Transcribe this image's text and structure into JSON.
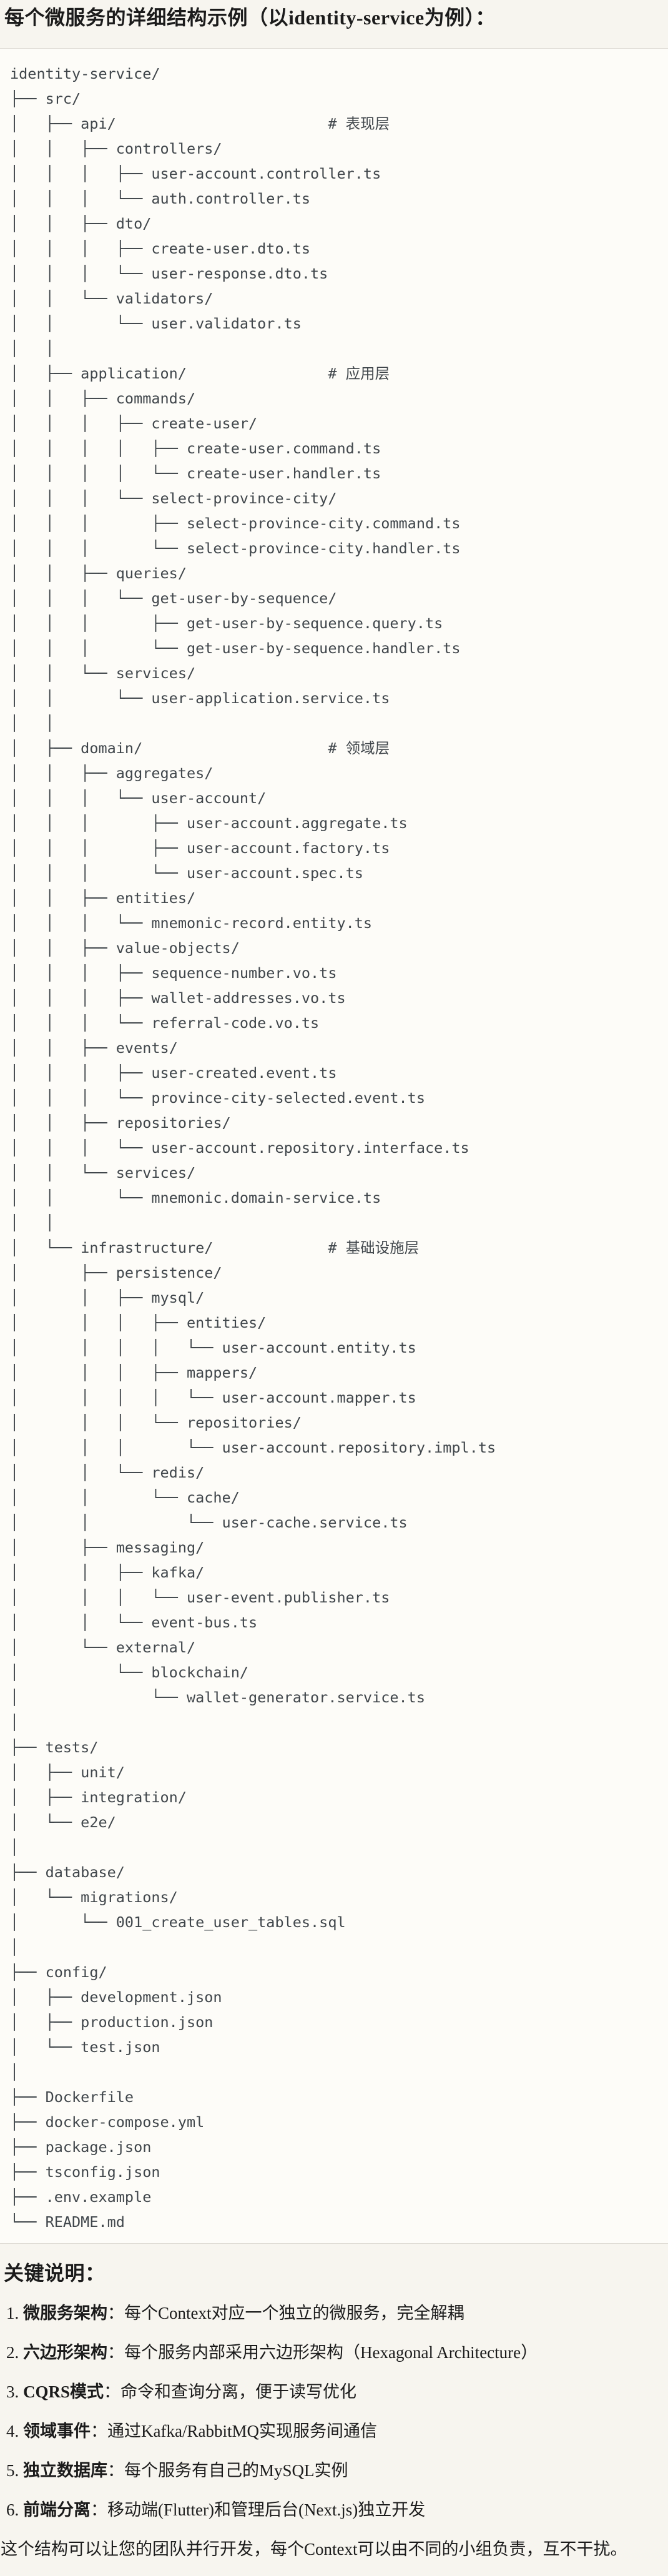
{
  "page": {
    "title": "每个微服务的详细结构示例（以identity-service为例）："
  },
  "code_block": {
    "background": "#fdfcf8",
    "border_color": "#dedbd4",
    "text_color": "#40464b",
    "tree_lines": [
      "identity-service/",
      "├── src/",
      "│   ├── api/                        # 表现层",
      "│   │   ├── controllers/",
      "│   │   │   ├── user-account.controller.ts",
      "│   │   │   └── auth.controller.ts",
      "│   │   ├── dto/",
      "│   │   │   ├── create-user.dto.ts",
      "│   │   │   └── user-response.dto.ts",
      "│   │   └── validators/",
      "│   │       └── user.validator.ts",
      "│   │",
      "│   ├── application/                # 应用层",
      "│   │   ├── commands/",
      "│   │   │   ├── create-user/",
      "│   │   │   │   ├── create-user.command.ts",
      "│   │   │   │   └── create-user.handler.ts",
      "│   │   │   └── select-province-city/",
      "│   │   │       ├── select-province-city.command.ts",
      "│   │   │       └── select-province-city.handler.ts",
      "│   │   ├── queries/",
      "│   │   │   └── get-user-by-sequence/",
      "│   │   │       ├── get-user-by-sequence.query.ts",
      "│   │   │       └── get-user-by-sequence.handler.ts",
      "│   │   └── services/",
      "│   │       └── user-application.service.ts",
      "│   │",
      "│   ├── domain/                     # 领域层",
      "│   │   ├── aggregates/",
      "│   │   │   └── user-account/",
      "│   │   │       ├── user-account.aggregate.ts",
      "│   │   │       ├── user-account.factory.ts",
      "│   │   │       └── user-account.spec.ts",
      "│   │   ├── entities/",
      "│   │   │   └── mnemonic-record.entity.ts",
      "│   │   ├── value-objects/",
      "│   │   │   ├── sequence-number.vo.ts",
      "│   │   │   ├── wallet-addresses.vo.ts",
      "│   │   │   └── referral-code.vo.ts",
      "│   │   ├── events/",
      "│   │   │   ├── user-created.event.ts",
      "│   │   │   └── province-city-selected.event.ts",
      "│   │   ├── repositories/",
      "│   │   │   └── user-account.repository.interface.ts",
      "│   │   └── services/",
      "│   │       └── mnemonic.domain-service.ts",
      "│   │",
      "│   └── infrastructure/             # 基础设施层",
      "│       ├── persistence/",
      "│       │   ├── mysql/",
      "│       │   │   ├── entities/",
      "│       │   │   │   └── user-account.entity.ts",
      "│       │   │   ├── mappers/",
      "│       │   │   │   └── user-account.mapper.ts",
      "│       │   │   └── repositories/",
      "│       │   │       └── user-account.repository.impl.ts",
      "│       │   └── redis/",
      "│       │       └── cache/",
      "│       │           └── user-cache.service.ts",
      "│       ├── messaging/",
      "│       │   ├── kafka/",
      "│       │   │   └── user-event.publisher.ts",
      "│       │   └── event-bus.ts",
      "│       └── external/",
      "│           └── blockchain/",
      "│               └── wallet-generator.service.ts",
      "│",
      "├── tests/",
      "│   ├── unit/",
      "│   ├── integration/",
      "│   └── e2e/",
      "│",
      "├── database/",
      "│   └── migrations/",
      "│       └── 001_create_user_tables.sql",
      "│",
      "├── config/",
      "│   ├── development.json",
      "│   ├── production.json",
      "│   └── test.json",
      "│",
      "├── Dockerfile",
      "├── docker-compose.yml",
      "├── package.json",
      "├── tsconfig.json",
      "├── .env.example",
      "└── README.md"
    ]
  },
  "notes": {
    "heading": "关键说明：",
    "items": [
      {
        "num": "1. ",
        "label": "微服务架构",
        "text": "：每个Context对应一个独立的微服务，完全解耦"
      },
      {
        "num": "2. ",
        "label": "六边形架构",
        "text": "：每个服务内部采用六边形架构（Hexagonal Architecture）"
      },
      {
        "num": "3. ",
        "label": "CQRS模式",
        "text": "：命令和查询分离，便于读写优化"
      },
      {
        "num": "4. ",
        "label": "领域事件",
        "text": "：通过Kafka/RabbitMQ实现服务间通信"
      },
      {
        "num": "5. ",
        "label": "独立数据库",
        "text": "：每个服务有自己的MySQL实例"
      },
      {
        "num": "6. ",
        "label": "前端分离",
        "text": "：移动端(Flutter)和管理后台(Next.js)独立开发"
      }
    ],
    "footer": "这个结构可以让您的团队并行开发，每个Context可以由不同的小组负责，互不干扰。"
  }
}
